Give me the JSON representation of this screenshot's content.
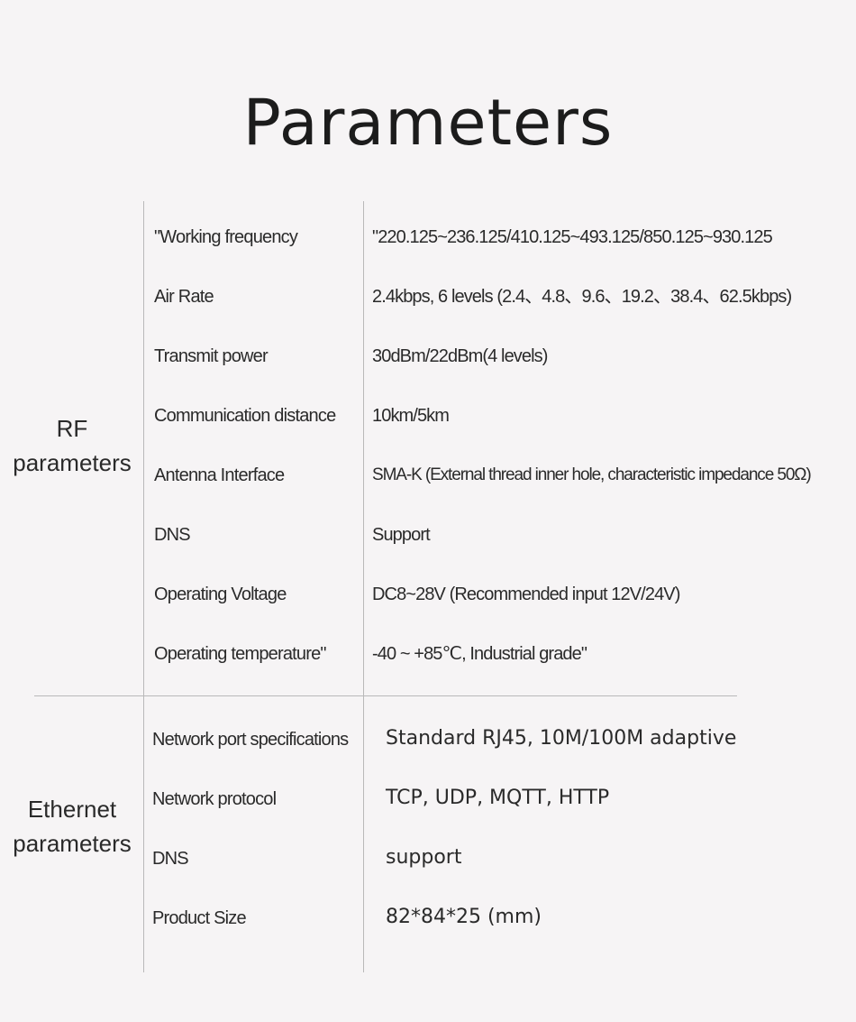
{
  "title": "Parameters",
  "sections": [
    {
      "label_line1": "RF",
      "label_line2": "parameters",
      "rows": [
        {
          "name": "\"Working frequency",
          "value": "\"220.125~236.125/410.125~493.125/850.125~930.125"
        },
        {
          "name": "Air Rate",
          "value": "2.4kbps, 6 levels (2.4、4.8、9.6、19.2、38.4、62.5kbps)"
        },
        {
          "name": "Transmit power",
          "value": "30dBm/22dBm(4 levels)"
        },
        {
          "name": "Communication distance",
          "value": "10km/5km"
        },
        {
          "name": "Antenna Interface",
          "value": "SMA-K (External thread inner hole, characteristic impedance 50Ω)"
        },
        {
          "name": "DNS",
          "value": "Support"
        },
        {
          "name": "Operating Voltage",
          "value": "DC8~28V (Recommended input 12V/24V)"
        },
        {
          "name": "Operating temperature\"",
          "value": "-40 ~ +85℃, Industrial grade\""
        }
      ]
    },
    {
      "label_line1": "Ethernet",
      "label_line2": "parameters",
      "rows": [
        {
          "name": "Network port specifications",
          "value": "Standard RJ45, 10M/100M adaptive"
        },
        {
          "name": "Network protocol",
          "value": "TCP, UDP, MQTT, HTTP"
        },
        {
          "name": "DNS",
          "value": "support"
        },
        {
          "name": "Product Size",
          "value": "82*84*25 (mm)"
        }
      ]
    }
  ]
}
